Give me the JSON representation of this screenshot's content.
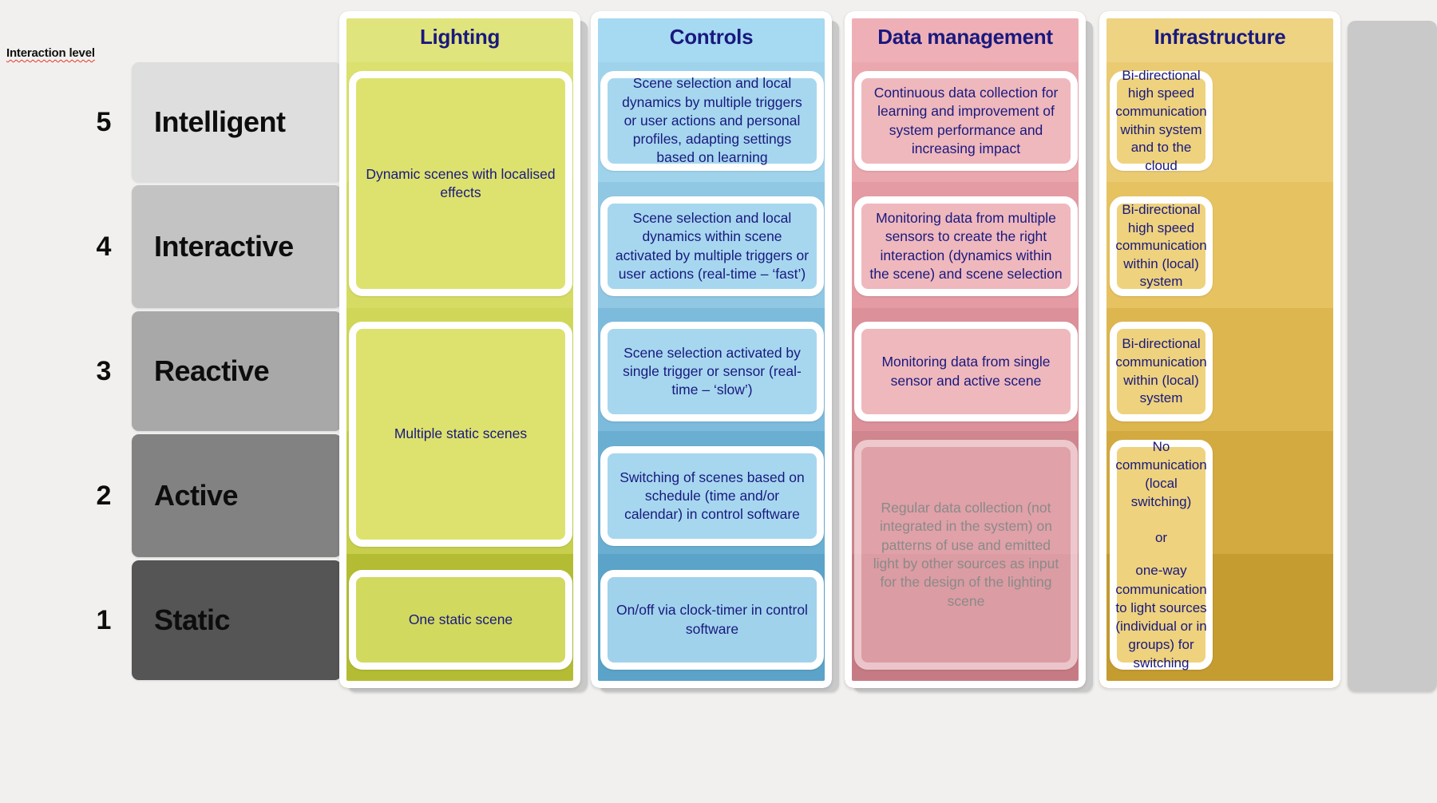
{
  "axis": {
    "label": "Interaction level"
  },
  "levels": [
    {
      "number": "5",
      "name": "Intelligent",
      "color": "#dedede"
    },
    {
      "number": "4",
      "name": "Interactive",
      "color": "#c3c3c3"
    },
    {
      "number": "3",
      "name": "Reactive",
      "color": "#a8a8a8"
    },
    {
      "number": "2",
      "name": "Active",
      "color": "#828282"
    },
    {
      "number": "1",
      "name": "Static",
      "color": "#555555"
    }
  ],
  "columns": [
    {
      "id": "lighting",
      "header": "Lighting",
      "band_color": "#d3d959",
      "card_color": "#dde26e",
      "header_color": "#e0e47c"
    },
    {
      "id": "controls",
      "header": "Controls",
      "band_color": "#63a9cb",
      "card_color": "#a6d7ef",
      "header_color": "#a6d9f2"
    },
    {
      "id": "data-management",
      "header": "Data management",
      "band_color": "#c4828a",
      "card_color": "#efb8bd",
      "header_color": "#eeb0b6"
    },
    {
      "id": "infrastructure",
      "header": "Infrastructure",
      "band_color": "#c9a233",
      "card_color": "#eed27d",
      "header_color": "#eed383"
    }
  ],
  "cells": {
    "lighting": [
      {
        "id": "lighting-dynamic",
        "text": "Dynamic scenes with localised effects",
        "rows": "5-4",
        "faded": false
      },
      {
        "id": "lighting-multiple",
        "text": "Multiple static scenes",
        "rows": "3-2",
        "faded": false
      },
      {
        "id": "lighting-one",
        "text": "One static scene",
        "rows": "1",
        "faded": false
      }
    ],
    "controls": [
      {
        "id": "controls-5",
        "text": "Scene selection and local dynamics by multiple triggers or user actions and personal profiles, adapting settings based on learning",
        "rows": "5",
        "faded": false
      },
      {
        "id": "controls-4",
        "text": "Scene selection and local dynamics within scene activated by multiple triggers or user actions (real-time – ‘fast’)",
        "rows": "4",
        "faded": false
      },
      {
        "id": "controls-3",
        "text": "Scene selection activated by single trigger or sensor (real-time – ‘slow’)",
        "rows": "3",
        "faded": false
      },
      {
        "id": "controls-2",
        "text": "Switching of scenes based on schedule (time and/or calendar) in control software",
        "rows": "2",
        "faded": false
      },
      {
        "id": "controls-1",
        "text": "On/off via clock-timer in control software",
        "rows": "1",
        "faded": false
      }
    ],
    "data-management": [
      {
        "id": "data-5",
        "text": "Continuous data collection for learning and improvement of system performance and increasing impact",
        "rows": "5",
        "faded": false
      },
      {
        "id": "data-4",
        "text": "Monitoring data from multiple sensors to create the right interaction (dynamics within the scene) and scene selection",
        "rows": "4",
        "faded": false
      },
      {
        "id": "data-3",
        "text": "Monitoring data from single sensor and active scene",
        "rows": "3",
        "faded": false
      },
      {
        "id": "data-21",
        "text": "Regular data collection (not integrated in the system) on patterns of use and emitted light by other sources as input for the design of the lighting scene",
        "rows": "2-1",
        "faded": true
      }
    ],
    "infrastructure": [
      {
        "id": "infra-5",
        "text": "Bi-directional high speed communication within system and to the cloud",
        "rows": "5",
        "faded": false
      },
      {
        "id": "infra-4",
        "text": "Bi-directional high speed communication within (local) system",
        "rows": "4",
        "faded": false
      },
      {
        "id": "infra-3",
        "text": "Bi-directional communication within (local) system",
        "rows": "3",
        "faded": false
      },
      {
        "id": "infra-21-a",
        "text": "No communication (local switching)",
        "rows": "2-1",
        "faded": false
      },
      {
        "id": "infra-21-b",
        "text": "or",
        "rows": "2-1",
        "faded": false
      },
      {
        "id": "infra-21-c",
        "text": "one-way communication to light sources (individual or in groups) for switching",
        "rows": "2-1",
        "faded": false
      }
    ]
  }
}
